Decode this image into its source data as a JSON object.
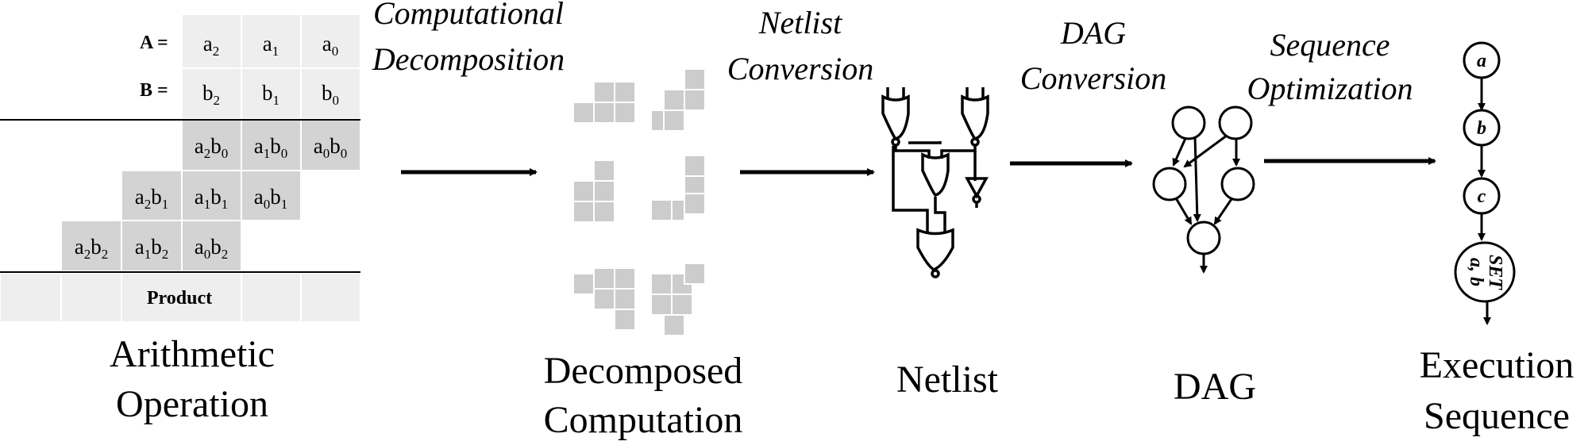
{
  "operation": {
    "a_label": "A =",
    "b_label": "B =",
    "a_row": [
      {
        "base": "a",
        "sub": "2"
      },
      {
        "base": "a",
        "sub": "1"
      },
      {
        "base": "a",
        "sub": "0"
      }
    ],
    "b_row": [
      {
        "base": "b",
        "sub": "2"
      },
      {
        "base": "b",
        "sub": "1"
      },
      {
        "base": "b",
        "sub": "0"
      }
    ],
    "pp_row0": [
      [
        {
          "base": "a",
          "sub": "2"
        },
        {
          "base": "b",
          "sub": "0"
        }
      ],
      [
        {
          "base": "a",
          "sub": "1"
        },
        {
          "base": "b",
          "sub": "0"
        }
      ],
      [
        {
          "base": "a",
          "sub": "0"
        },
        {
          "base": "b",
          "sub": "0"
        }
      ]
    ],
    "pp_row1": [
      [
        {
          "base": "a",
          "sub": "2"
        },
        {
          "base": "b",
          "sub": "1"
        }
      ],
      [
        {
          "base": "a",
          "sub": "1"
        },
        {
          "base": "b",
          "sub": "1"
        }
      ],
      [
        {
          "base": "a",
          "sub": "0"
        },
        {
          "base": "b",
          "sub": "1"
        }
      ]
    ],
    "pp_row2": [
      [
        {
          "base": "a",
          "sub": "2"
        },
        {
          "base": "b",
          "sub": "2"
        }
      ],
      [
        {
          "base": "a",
          "sub": "1"
        },
        {
          "base": "b",
          "sub": "2"
        }
      ],
      [
        {
          "base": "a",
          "sub": "0"
        },
        {
          "base": "b",
          "sub": "2"
        }
      ]
    ],
    "product_label": "Product"
  },
  "stages": {
    "arithmetic": [
      "Arithmetic",
      "Operation"
    ],
    "decomposed": [
      "Decomposed",
      "Computation"
    ],
    "netlist": "Netlist",
    "dag": "DAG",
    "execution": [
      "Execution",
      "Sequence"
    ]
  },
  "steps": {
    "decomposition": [
      "Computational",
      "Decomposition"
    ],
    "netlist_conv": [
      "Netlist",
      "Conversion"
    ],
    "dag_conv": [
      "DAG",
      "Conversion"
    ],
    "seq_opt": [
      "Sequence",
      "Optimization"
    ]
  },
  "sequence_nodes": [
    "a",
    "b",
    "c"
  ],
  "set_node": {
    "title": "SET",
    "args": "a, b"
  },
  "colors": {
    "cell_gray": "#d3d3d3",
    "cell_light": "#eeeeee",
    "block_gray": "#cccccc",
    "stroke": "#000000"
  }
}
